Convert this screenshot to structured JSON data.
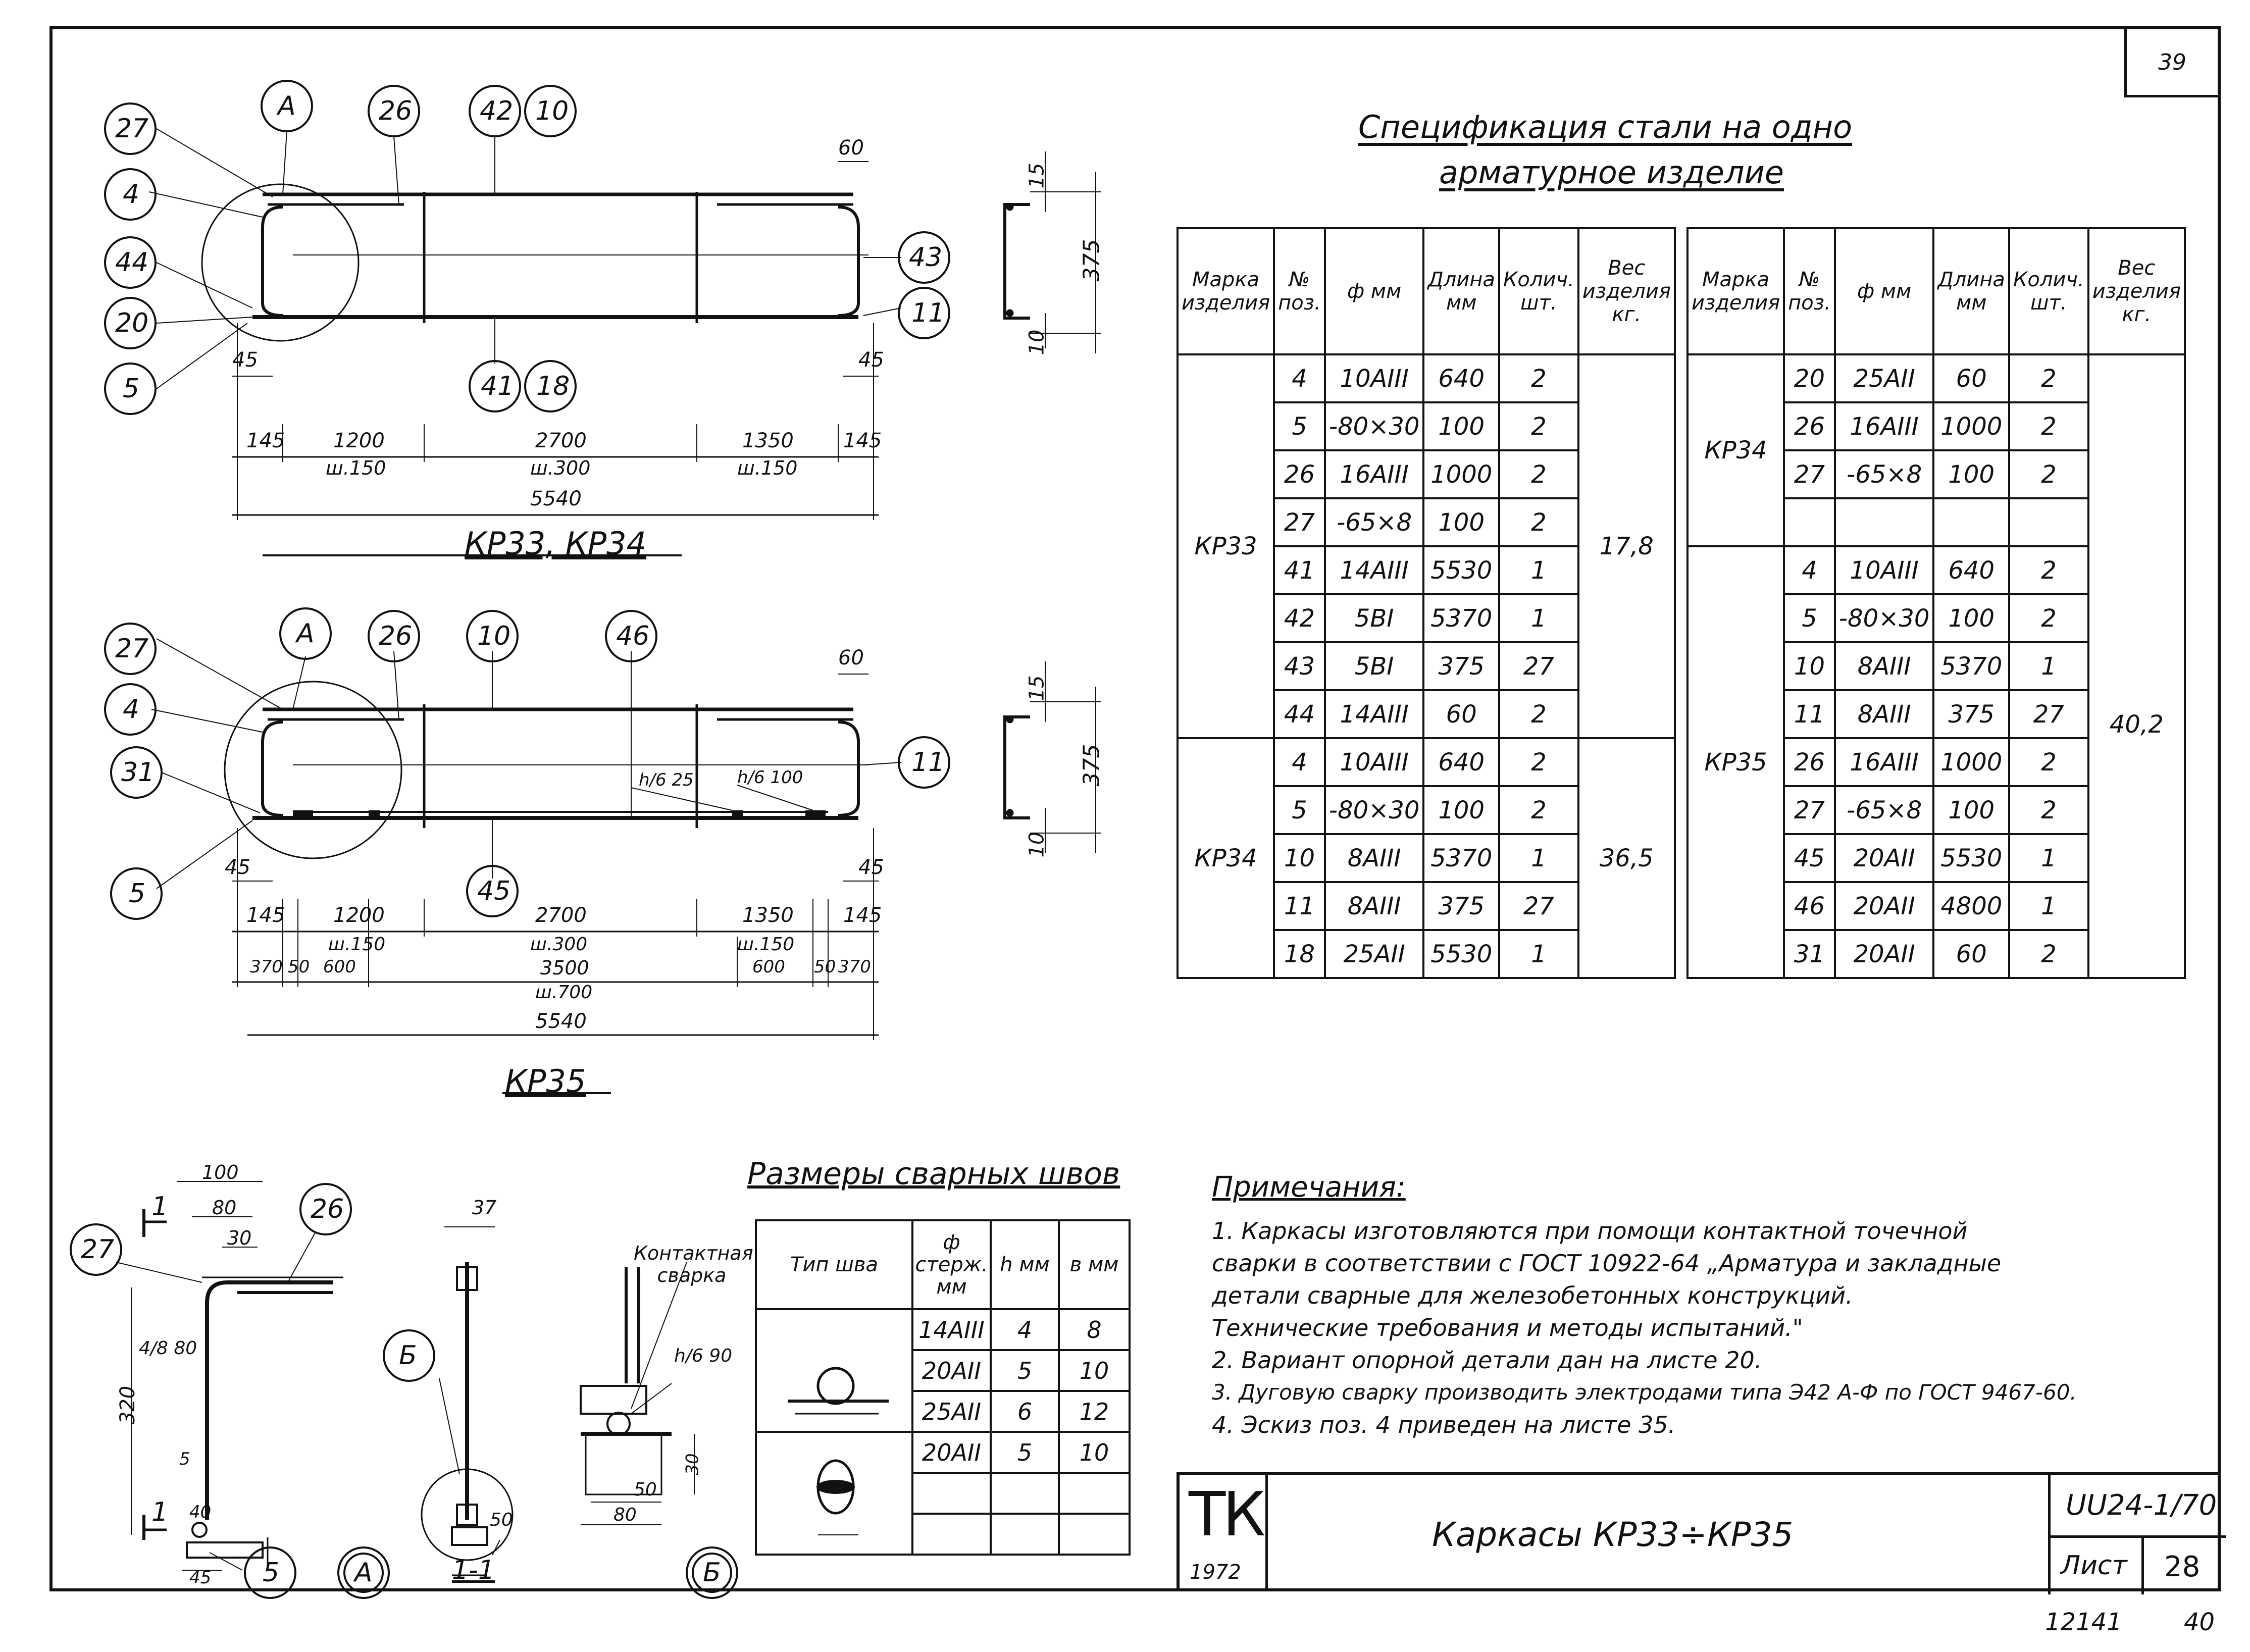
{
  "sheet_number": "39",
  "drawings": {
    "top": {
      "title": "КР33, КР34",
      "callouts": [
        "27",
        "4",
        "44",
        "20",
        "5",
        "А",
        "26",
        "42",
        "10",
        "43",
        "11",
        "41",
        "18"
      ],
      "dims": {
        "d60": "60",
        "d15": "15",
        "d375": "375",
        "d10": "10",
        "d45l": "45",
        "d45r": "45",
        "d145l": "145",
        "d1200": "1200",
        "d1200s": "ш.150",
        "d2700": "2700",
        "d2700s": "ш.300",
        "d1350": "1350",
        "d1350s": "ш.150",
        "d145r": "145",
        "total": "5540"
      }
    },
    "middle": {
      "title": "КР35",
      "callouts": [
        "27",
        "4",
        "31",
        "5",
        "А",
        "26",
        "10",
        "46",
        "11",
        "45"
      ],
      "dims": {
        "d60": "60",
        "d15": "15",
        "d375": "375",
        "d10": "10",
        "d45l": "45",
        "d45r": "45",
        "d145l": "145",
        "d1200": "1200",
        "d1200s": "ш.150",
        "d2700": "2700",
        "d2700s": "ш.300",
        "d1350": "1350",
        "d1350s": "ш.150",
        "d145r": "145",
        "b370l": "370",
        "b50l": "50",
        "b600l": "600",
        "b3500": "3500",
        "b3500s": "ш.700",
        "b600r": "600",
        "b50r": "50",
        "b370r": "370",
        "total": "5540",
        "weld1": "h/6 25",
        "weld2": "h/6 100"
      }
    },
    "detail_a": {
      "dims": {
        "d100": "100",
        "d80": "80",
        "d30": "30",
        "d320": "320",
        "d5": "5",
        "d40": "40",
        "d45": "45",
        "frac": "4/8 80"
      },
      "callouts": [
        "27",
        "26",
        "Б",
        "5",
        "А"
      ],
      "cut_mark": "1"
    },
    "section_1_1": {
      "title": "1-1",
      "dims": {
        "d37": "37",
        "d50": "50"
      }
    },
    "detail_b": {
      "label": "Контактная сварка",
      "frac": "h/6 90",
      "dims": {
        "d30": "30",
        "d50": "50",
        "d80": "80"
      },
      "callout": "Б"
    }
  },
  "spec": {
    "title_line1": "Спецификация   стали  на  одно",
    "title_line2": "арматурное  изделие",
    "headers": [
      "Марка изделия",
      "№ поз.",
      "ф мм",
      "Длина мм",
      "Колич. шт.",
      "Вес изделия кг."
    ],
    "left": [
      {
        "mark": "КР33",
        "weight": "17,8",
        "rows": [
          [
            "4",
            "10АIII",
            "640",
            "2"
          ],
          [
            "5",
            "-80×30",
            "100",
            "2"
          ],
          [
            "26",
            "16АIII",
            "1000",
            "2"
          ],
          [
            "27",
            "-65×8",
            "100",
            "2"
          ],
          [
            "41",
            "14АIII",
            "5530",
            "1"
          ],
          [
            "42",
            "5ВI",
            "5370",
            "1"
          ],
          [
            "43",
            "5ВI",
            "375",
            "27"
          ],
          [
            "44",
            "14АIII",
            "60",
            "2"
          ]
        ]
      },
      {
        "mark": "КР34",
        "weight": "36,5",
        "rows": [
          [
            "4",
            "10АIII",
            "640",
            "2"
          ],
          [
            "5",
            "-80×30",
            "100",
            "2"
          ],
          [
            "10",
            "8АIII",
            "5370",
            "1"
          ],
          [
            "11",
            "8АIII",
            "375",
            "27"
          ],
          [
            "18",
            "25АII",
            "5530",
            "1"
          ]
        ]
      }
    ],
    "right": [
      {
        "mark": "КР34",
        "weight": "",
        "rows": [
          [
            "20",
            "25АII",
            "60",
            "2"
          ],
          [
            "26",
            "16АIII",
            "1000",
            "2"
          ],
          [
            "27",
            "-65×8",
            "100",
            "2"
          ],
          [
            "",
            "",
            "",
            ""
          ]
        ]
      },
      {
        "mark": "КР35",
        "weight": "40,2",
        "rows": [
          [
            "4",
            "10АIII",
            "640",
            "2"
          ],
          [
            "5",
            "-80×30",
            "100",
            "2"
          ],
          [
            "10",
            "8АIII",
            "5370",
            "1"
          ],
          [
            "11",
            "8АIII",
            "375",
            "27"
          ],
          [
            "26",
            "16АIII",
            "1000",
            "2"
          ],
          [
            "27",
            "-65×8",
            "100",
            "2"
          ],
          [
            "45",
            "20АII",
            "5530",
            "1"
          ],
          [
            "46",
            "20АII",
            "4800",
            "1"
          ],
          [
            "31",
            "20АII",
            "60",
            "2"
          ]
        ]
      }
    ]
  },
  "weld": {
    "title": "Размеры  сварных  швов",
    "headers": [
      "Тип шва",
      "ф стерж. мм",
      "h мм",
      "в мм"
    ],
    "rows": [
      [
        "14АIII",
        "4",
        "8"
      ],
      [
        "20АII",
        "5",
        "10"
      ],
      [
        "25АII",
        "6",
        "12"
      ],
      [
        "20АII",
        "5",
        "10"
      ],
      [
        "",
        "",
        " "
      ],
      [
        "",
        "",
        ""
      ]
    ]
  },
  "notes": {
    "heading": "Примечания:",
    "items": [
      "1. Каркасы  изготовляются при помощи контактной точечной",
      "сварки в соответствии с ГОСТ 10922-64 „Арматура и закладные",
      "детали сварные для железобетонных конструкций.",
      "   Технические требования и методы испытаний.\"",
      "2. Вариант    опорной   детали  дан на листе 20.",
      "3. Дуговую сварку производить электродами типа Э42 А-Ф по ГОСТ 9467-60.",
      "4. Эскиз поз. 4 приведен на листе 35."
    ]
  },
  "title_block": {
    "tk": "ТК",
    "year": "1972",
    "title": "Каркасы  КР33÷КР35",
    "code": "UU24-1/70",
    "sheet_label": "Лист",
    "sheet_no": "28"
  },
  "footer": {
    "left": "12141",
    "right": "40"
  }
}
